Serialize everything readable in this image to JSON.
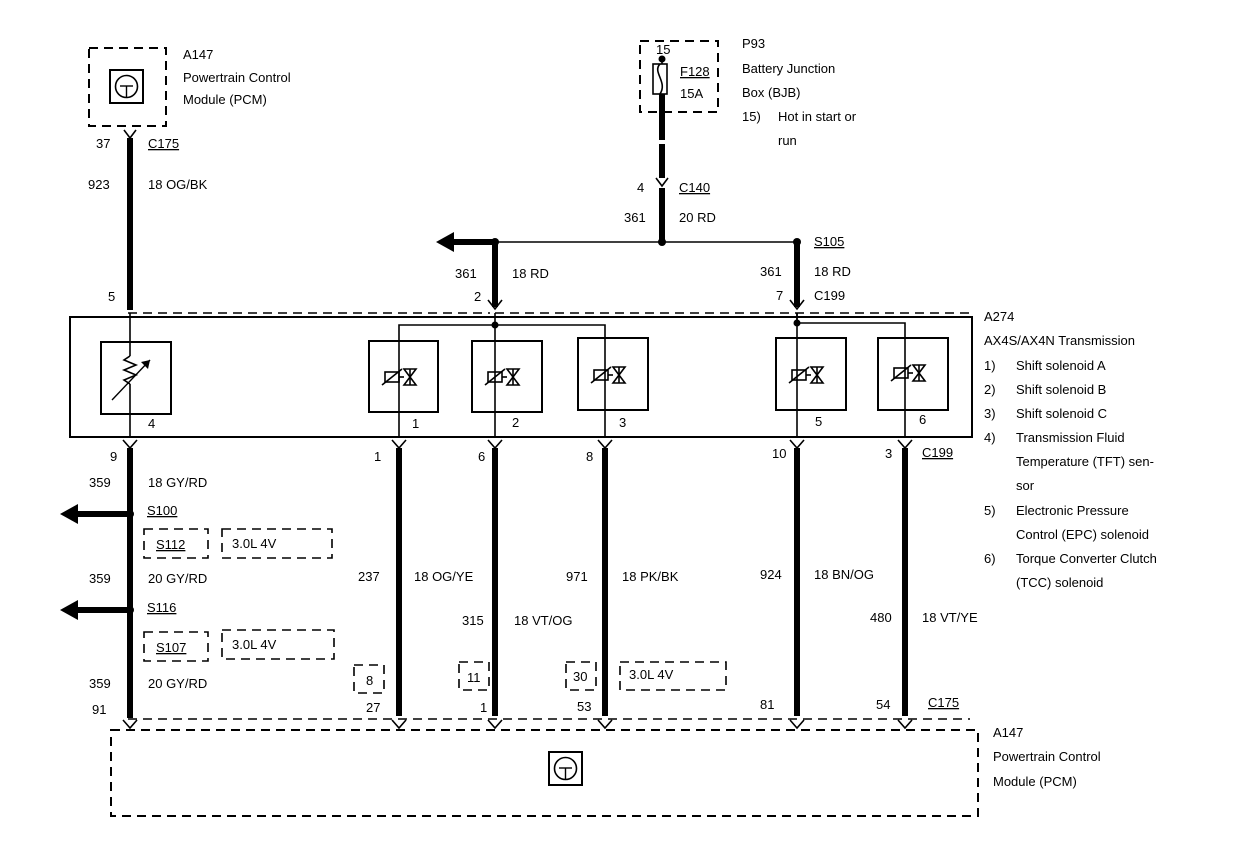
{
  "pcm_top": {
    "id": "A147",
    "name_line1": "Powertrain Control",
    "name_line2": "Module (PCM)",
    "pin": "37",
    "connector": "C175"
  },
  "wire_923": {
    "circuit": "923",
    "spec": "18 OG/BK"
  },
  "bjb": {
    "id": "P93",
    "name_line1": "Battery Junction",
    "name_line2": "Box (BJB)",
    "note_num": "15)",
    "note_line1": "Hot in start or",
    "note_line2": "run",
    "pin": "15",
    "fuse_id": "F128",
    "fuse_rating": "15A",
    "out_pin": "4",
    "out_connector": "C140"
  },
  "wire_361_main": {
    "circuit": "361",
    "spec": "20 RD"
  },
  "splice_s105": "S105",
  "wire_361_left": {
    "circuit": "361",
    "spec": "18 RD",
    "pin": "2"
  },
  "wire_361_right": {
    "circuit": "361",
    "spec": "18 RD",
    "pin": "7",
    "connector": "C199"
  },
  "trans": {
    "pin_top_sensor": "5",
    "id": "A274",
    "name": "AX4S/AX4N Transmission",
    "legend": [
      {
        "num": "1)",
        "lines": [
          "Shift solenoid A"
        ]
      },
      {
        "num": "2)",
        "lines": [
          "Shift solenoid B"
        ]
      },
      {
        "num": "3)",
        "lines": [
          "Shift solenoid C"
        ]
      },
      {
        "num": "4)",
        "lines": [
          "Transmission Fluid",
          "Temperature (TFT) sen-",
          "sor"
        ]
      },
      {
        "num": "5)",
        "lines": [
          "Electronic Pressure",
          "Control (EPC) solenoid"
        ]
      },
      {
        "num": "6)",
        "lines": [
          "Torque Converter Clutch",
          "(TCC) solenoid"
        ]
      }
    ],
    "component_labels": [
      "4",
      "1",
      "2",
      "3",
      "5",
      "6"
    ],
    "bottom_pins": [
      "9",
      "1",
      "6",
      "8",
      "10",
      "3"
    ],
    "bottom_connector": "C199"
  },
  "left_branch": {
    "circuit_a": "359",
    "spec_a": "18 GY/RD",
    "splice_a": "S100",
    "ref_a": "S112",
    "engine_a": "3.0L 4V",
    "circuit_b": "359",
    "spec_b": "20 GY/RD",
    "splice_b": "S116",
    "ref_b": "S107",
    "engine_b": "3.0L 4V",
    "circuit_c": "359",
    "spec_c": "20 GY/RD",
    "pcm_pin": "91"
  },
  "wires_bottom": [
    {
      "circuit": "237",
      "spec": "18 OG/YE",
      "pcm_pin": "27",
      "alt_pin": "8"
    },
    {
      "circuit": "315",
      "spec": "18 VT/OG",
      "pcm_pin": "1",
      "alt_pin": "11"
    },
    {
      "circuit": "971",
      "spec": "18 PK/BK",
      "pcm_pin": "53",
      "alt_pin": "30",
      "engine": "3.0L 4V"
    },
    {
      "circuit": "924",
      "spec": "18 BN/OG",
      "pcm_pin": "81"
    },
    {
      "circuit": "480",
      "spec": "18 VT/YE",
      "pcm_pin": "54"
    }
  ],
  "pcm_bottom": {
    "connector": "C175",
    "id": "A147",
    "name_line1": "Powertrain Control",
    "name_line2": "Module (PCM)"
  },
  "icons": [
    "pcm-module-icon",
    "fuse-icon",
    "thermistor-icon",
    "solenoid-icon",
    "arrow-left-icon"
  ]
}
